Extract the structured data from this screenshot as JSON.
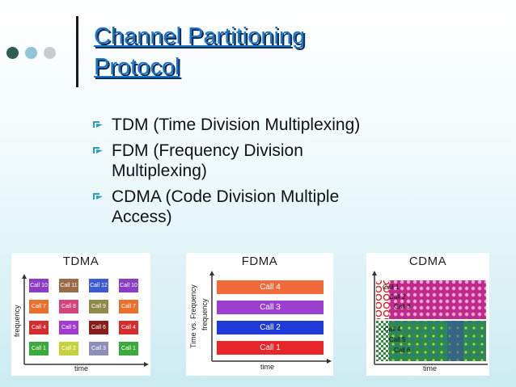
{
  "slide": {
    "title_line1": "Channel Partitioning",
    "title_line2": "Protocol",
    "bullets": [
      {
        "line1": "TDM (Time Division Multiplexing)",
        "line2": ""
      },
      {
        "line1": "FDM (Frequency Division",
        "line2": "Multiplexing)"
      },
      {
        "line1": "CDMA (Code Division Multiple",
        "line2": "Access)"
      }
    ]
  },
  "colors": {
    "title": "#1f73c4",
    "title_shadow": "#0b2d5a",
    "dot_dark": "#2e5e57",
    "dot_mid": "#8fc5d4",
    "dot_light": "#c7cccf"
  },
  "tdma": {
    "title": "TDMA",
    "ylabel": "frequency",
    "xlabel": "time",
    "rows": [
      {
        "color": "#2f2fa8",
        "cells": [
          "Call 10",
          "Call 11",
          "Call 12",
          "Call 10"
        ],
        "colors": [
          "#8c3cc2",
          "#9c6a45",
          "#3c5bd1",
          "#8c3cc2"
        ]
      },
      {
        "color": "#e05a2a",
        "cells": [
          "Call 7",
          "Call 8",
          "Call 9",
          "Call 7"
        ],
        "colors": [
          "#e9702d",
          "#d4437e",
          "#8f8a4a",
          "#e9702d"
        ]
      },
      {
        "color": "#c02030",
        "cells": [
          "Call 4",
          "Call 5",
          "Call 6",
          "Call 4"
        ],
        "colors": [
          "#d62c2c",
          "#a23ad1",
          "#8a1e1e",
          "#d62c2c"
        ]
      },
      {
        "color": "#2aa040",
        "cells": [
          "Call 1",
          "Call 2",
          "Call 3",
          "Call 1"
        ],
        "colors": [
          "#3aaa3a",
          "#c6d23a",
          "#8e8fb8",
          "#3aaa3a"
        ]
      }
    ]
  },
  "fdma": {
    "title": "FDMA",
    "ylabel": "Time vs. Frequency",
    "ylabel2": "frequency",
    "xlabel": "time",
    "bands": [
      {
        "label": "Call 4",
        "color": "#f26a3a"
      },
      {
        "label": "Call 3",
        "color": "#9a3fd0"
      },
      {
        "label": "Call 2",
        "color": "#1f3ad8"
      },
      {
        "label": "Call 1",
        "color": "#e8262a"
      }
    ]
  },
  "cdma": {
    "title": "CDMA",
    "xlabel": "time",
    "upper_labels": [
      "Call 1",
      "Call 2",
      "Call 3"
    ],
    "lower_labels": [
      "Call 4",
      "Call 5",
      "Call 6"
    ]
  }
}
